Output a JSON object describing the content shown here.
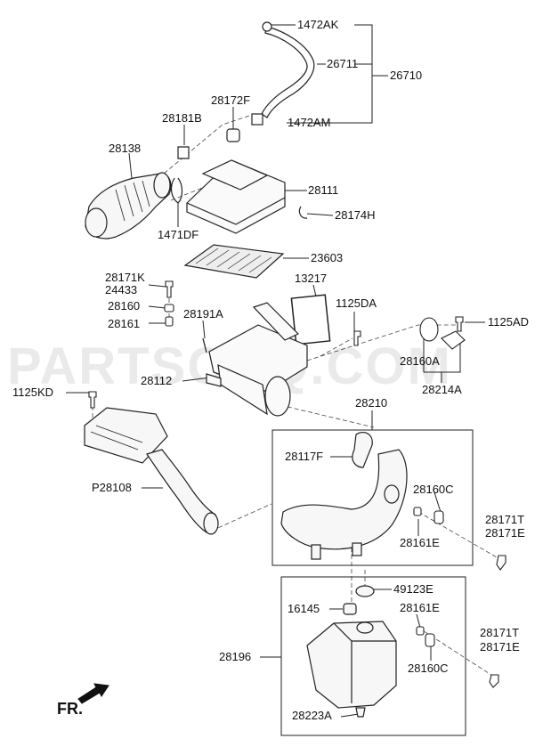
{
  "watermark": "PARTSOUQ.COM",
  "front_marker": "FR.",
  "labels": {
    "p1472AK": "1472AK",
    "p26711": "26711",
    "p26710": "26710",
    "p28172F": "28172F",
    "p28181B": "28181B",
    "p1472AM": "1472AM",
    "p28138": "28138",
    "p28111": "28111",
    "p28174H": "28174H",
    "p1471DF": "1471DF",
    "p23603": "23603",
    "p28171K": "28171K",
    "p24433": "24433",
    "p13217": "13217",
    "p28160": "28160",
    "p1125DA": "1125DA",
    "p28191A": "28191A",
    "p28161": "28161",
    "p1125AD": "1125AD",
    "p28160A": "28160A",
    "p28112": "28112",
    "p28214A": "28214A",
    "p1125KD": "1125KD",
    "p28210": "28210",
    "p28117F": "28117F",
    "p28160C_a": "28160C",
    "p28108": "P28108",
    "p28171T_a": "28171T",
    "p28171E_a": "28171E",
    "p28161E_a": "28161E",
    "p49123E": "49123E",
    "p16145": "16145",
    "p28161E_b": "28161E",
    "p28171T_b": "28171T",
    "p28171E_b": "28171E",
    "p28196": "28196",
    "p28160C_b": "28160C",
    "p28223A": "28223A"
  }
}
